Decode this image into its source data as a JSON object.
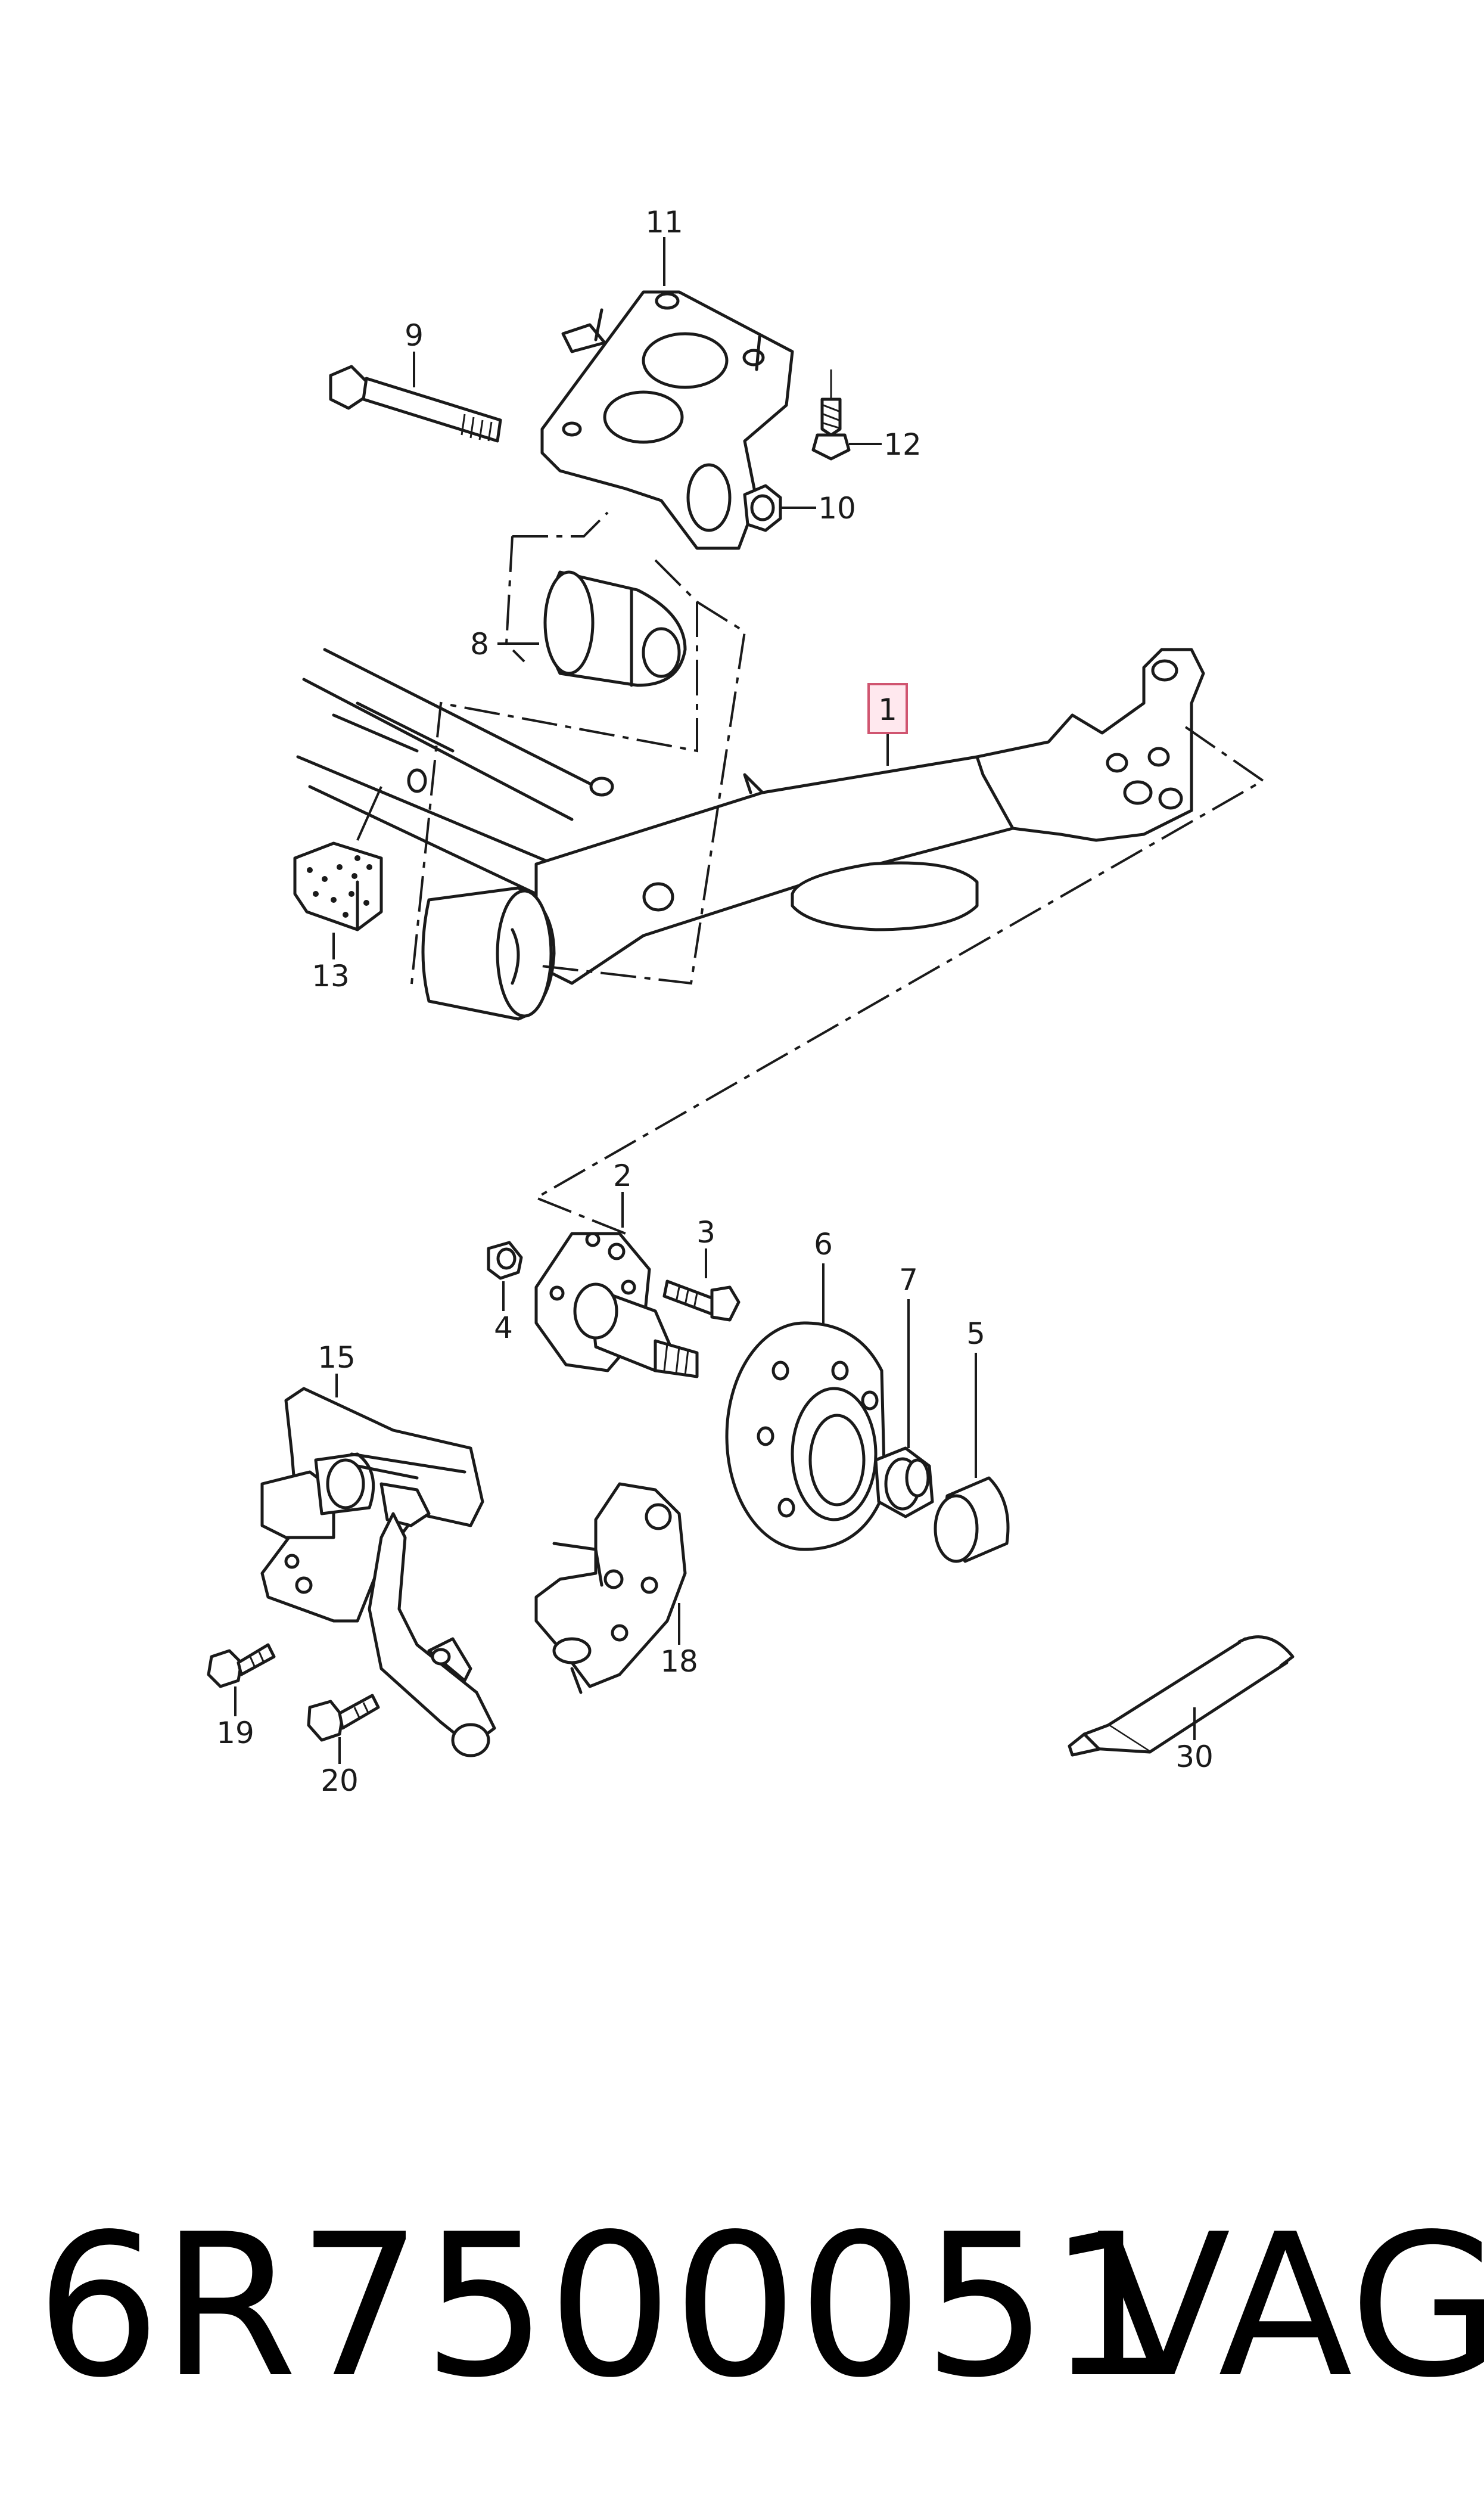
{
  "callouts": [
    {
      "id": "1",
      "highlighted": true
    },
    {
      "id": "2"
    },
    {
      "id": "3"
    },
    {
      "id": "4"
    },
    {
      "id": "5"
    },
    {
      "id": "6"
    },
    {
      "id": "7"
    },
    {
      "id": "8"
    },
    {
      "id": "9"
    },
    {
      "id": "10"
    },
    {
      "id": "11"
    },
    {
      "id": "12"
    },
    {
      "id": "13"
    },
    {
      "id": "15"
    },
    {
      "id": "18"
    },
    {
      "id": "19"
    },
    {
      "id": "20"
    },
    {
      "id": "30"
    }
  ],
  "footer": {
    "part_number": "6R7500051",
    "brand": "VAG"
  },
  "colors": {
    "line": "#1a1a1a",
    "highlight_fill": "#ffe8ee",
    "highlight_stroke": "#d05570"
  }
}
